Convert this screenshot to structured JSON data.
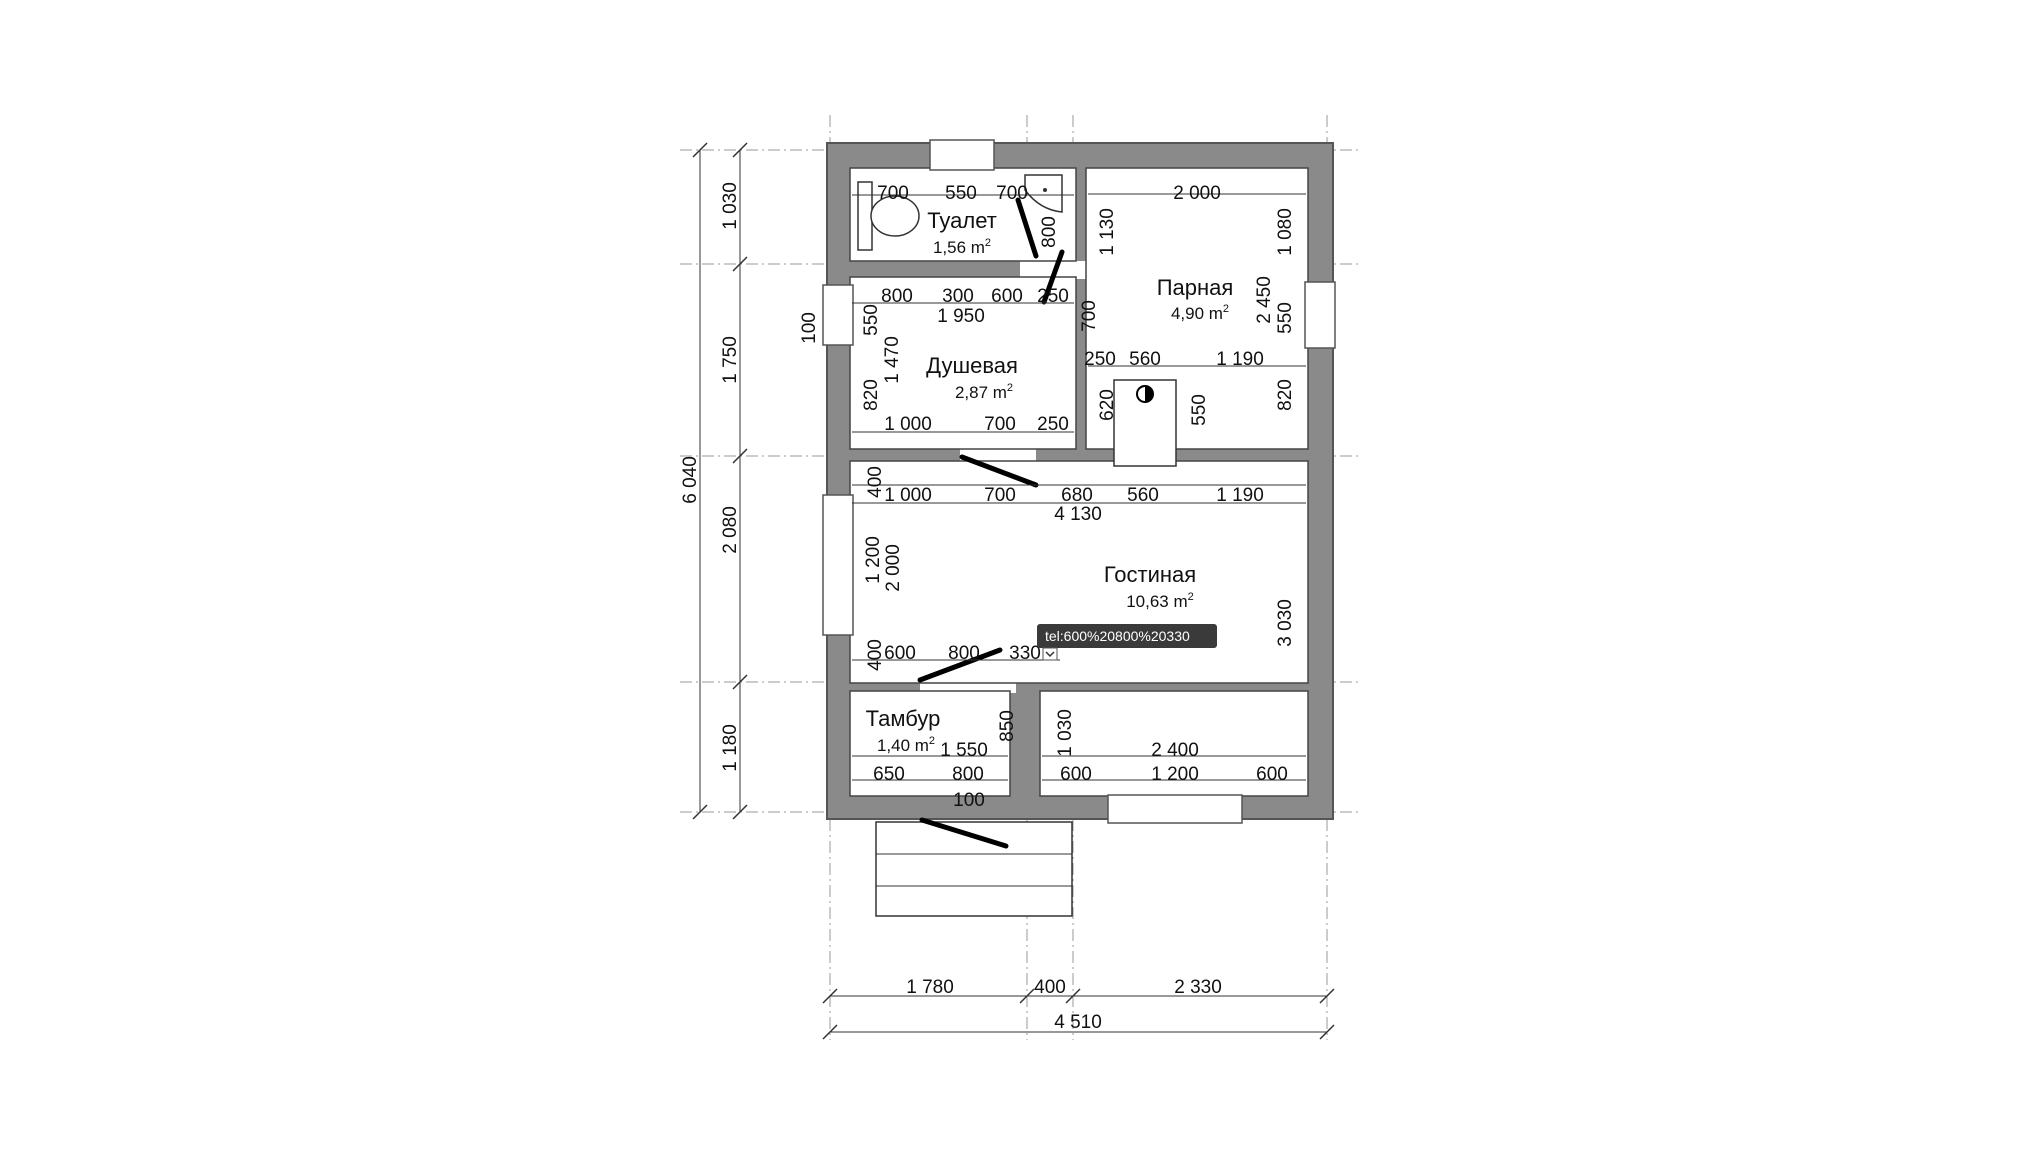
{
  "rooms": [
    {
      "name": "Туалет",
      "area": "1,56 m"
    },
    {
      "name": "Парная",
      "area": "4,90 m"
    },
    {
      "name": "Душевая",
      "area": "2,87 m"
    },
    {
      "name": "Гостиная",
      "area": "10,63 m"
    },
    {
      "name": "Тамбур",
      "area": "1,40 m"
    }
  ],
  "area_superscript": "2",
  "tooltip": "tel:600%20800%20330",
  "dims": {
    "left_total": "6 040",
    "left_1030": "1 030",
    "left_1750": "1 750",
    "left_2080": "2 080",
    "left_1180": "1 180",
    "bottom_1780": "1 780",
    "bottom_400": "400",
    "bottom_2330": "2 330",
    "bottom_total": "4 510",
    "t_700a": "700",
    "t_550": "550",
    "t_700b": "700",
    "t_800v": "800",
    "t_1130": "1 130",
    "t_2000": "2 000",
    "t_1080": "1 080",
    "s_800": "800",
    "s_300": "300",
    "s_600": "600",
    "s_250": "250",
    "s_1950": "1 950",
    "s_100": "100",
    "s_550v": "550",
    "s_1470": "1 470",
    "s_820v": "820",
    "s_700v": "700",
    "s_1000": "1 000",
    "s_700": "700",
    "s_250b": "250",
    "p_2450": "2 450",
    "p_550": "550",
    "p_250": "250",
    "p_560": "560",
    "p_1190": "1 190",
    "p_620": "620",
    "p_550b": "550",
    "p_820": "820",
    "g_400": "400",
    "g_1000": "1 000",
    "g_700": "700",
    "g_680": "680",
    "g_560": "560",
    "g_1190": "1 190",
    "g_4130": "4 130",
    "g_1200": "1 200",
    "g_2000": "2 000",
    "g_3030": "3 030",
    "g_400b": "400",
    "g_600": "600",
    "g_800": "800",
    "g_330": "330",
    "v_850": "850",
    "v_1030": "1 030",
    "v_1550": "1 550",
    "v_2400": "2 400",
    "b_650": "650",
    "b_800": "800",
    "b_100": "100",
    "b_600": "600",
    "b_1200": "1 200",
    "b_600b": "600"
  }
}
